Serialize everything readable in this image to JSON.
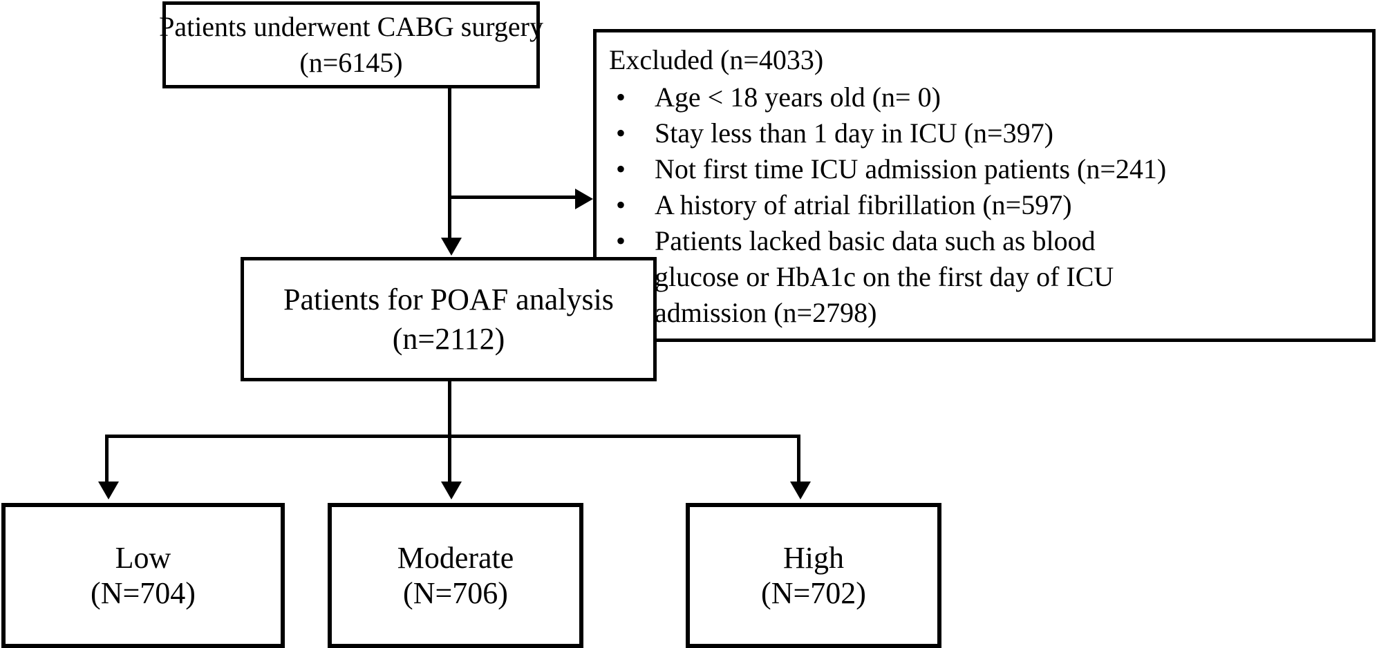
{
  "diagram": {
    "type": "study-flow-chart",
    "nodes": {
      "cabg": {
        "line1": "Patients underwent CABG surgery",
        "line2": "(n=6145)",
        "n": 6145
      },
      "excluded": {
        "heading": "Excluded (n=4033)",
        "n": 4033,
        "bullet": "•",
        "items": [
          {
            "text": "Age < 18 years old (n= 0)",
            "n": 0
          },
          {
            "text": "Stay less than 1 day in ICU (n=397)",
            "n": 397
          },
          {
            "text": "Not first time ICU admission patients (n=241)",
            "n": 241
          },
          {
            "text": "A history of atrial fibrillation (n=597)",
            "n": 597
          },
          {
            "text": "Patients lacked basic data such as blood",
            "n": 2798,
            "text2": "glucose or HbA1c on the first day of ICU",
            "text3": "admission (n=2798)"
          }
        ]
      },
      "poaf": {
        "line1": "Patients for POAF analysis",
        "line2": "(n=2112)",
        "n": 2112
      },
      "low": {
        "line1": "Low",
        "line2": "(N=704)",
        "n": 704
      },
      "moderate": {
        "line1": "Moderate",
        "line2": "(N=706)",
        "n": 706
      },
      "high": {
        "line1": "High",
        "line2": "(N=702)",
        "n": 702
      }
    },
    "colors": {
      "stroke": "#000000",
      "background": "#ffffff",
      "text": "#000000"
    }
  }
}
